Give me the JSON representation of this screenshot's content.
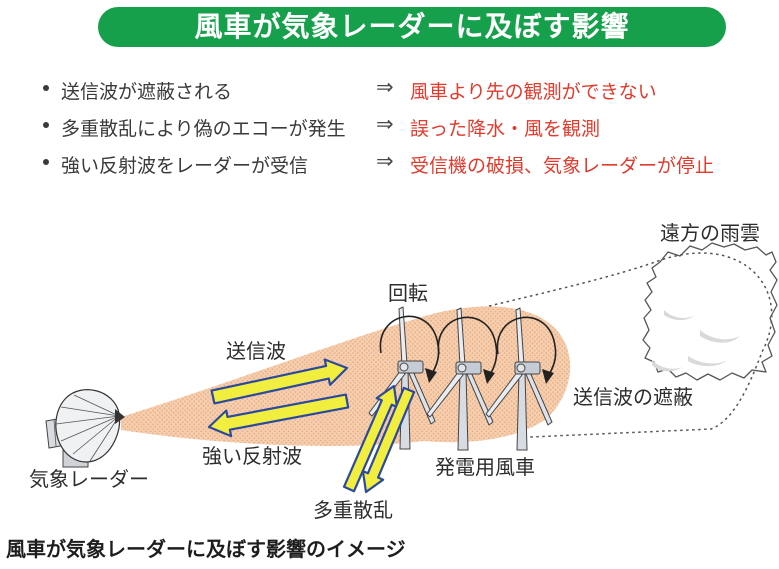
{
  "title": "風車が気象レーダーに及ぼす影響",
  "bullets": [
    {
      "cause": "送信波が遮蔽される",
      "arrow": "⇒",
      "effect": "風車より先の観測ができない"
    },
    {
      "cause": "多重散乱により偽のエコーが発生",
      "arrow": "⇒",
      "effect": "誤った降水・風を観測"
    },
    {
      "cause": "強い反射波をレーダーが受信",
      "arrow": "⇒",
      "effect": "受信機の破損、気象レーダーが停止"
    }
  ],
  "diagram": {
    "labels": {
      "rotation": "回転",
      "transmission_wave": "送信波",
      "strong_reflection": "強い反射波",
      "multiple_scattering": "多重散乱",
      "weather_radar": "気象レーダー",
      "wind_turbines": "発電用風車",
      "wave_shielding": "送信波の遮蔽",
      "distant_rain_cloud": "遠方の雨雲"
    },
    "colors": {
      "banner_green": "#16a04b",
      "effect_red": "#e23a2c",
      "beam_peach": "#f6cfae",
      "beam_dots": "#e7ad86",
      "arrow_yellow": "#f2ee3f",
      "arrow_outline_blue": "#2b4a9e"
    }
  },
  "caption": "風車が気象レーダーに及ぼす影響のイメージ"
}
